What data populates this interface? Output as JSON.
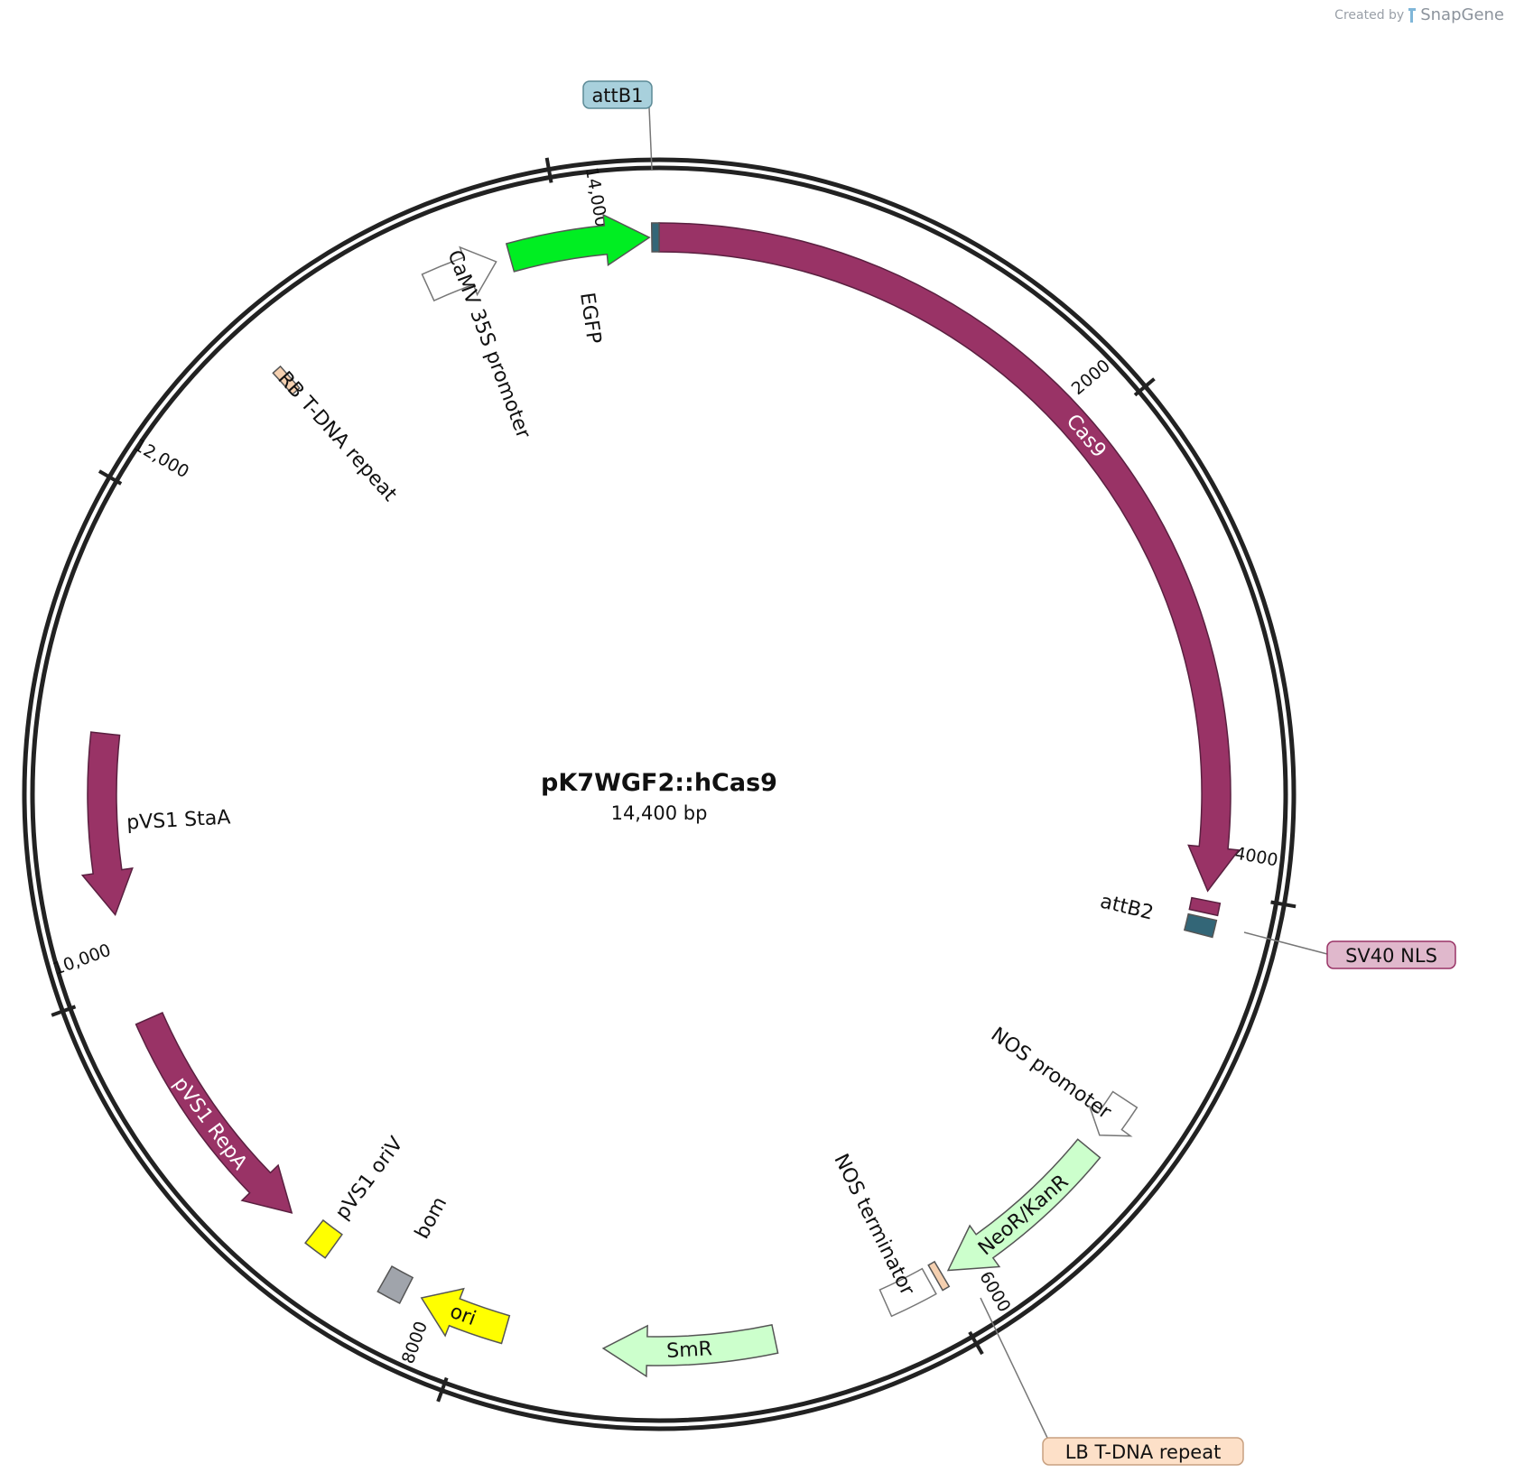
{
  "watermark": {
    "created_by": "Created by",
    "brand": "SnapGene"
  },
  "plasmid": {
    "name": "pK7WGF2::hCas9",
    "length_label": "14,400 bp",
    "length_bp": 14400
  },
  "ticks": [
    {
      "bp": 2000,
      "label": "2000"
    },
    {
      "bp": 4000,
      "label": "4000"
    },
    {
      "bp": 6000,
      "label": "6000"
    },
    {
      "bp": 8000,
      "label": "8000"
    },
    {
      "bp": 10000,
      "label": "10,000"
    },
    {
      "bp": 12000,
      "label": "12,000"
    },
    {
      "bp": 14000,
      "label": "14,000"
    }
  ],
  "features": [
    {
      "id": "cas9",
      "label": "Cas9",
      "start": 0,
      "end": 4000,
      "dir": 1,
      "color": "#993366",
      "label_inside": true
    },
    {
      "id": "egfp",
      "label": "EGFP",
      "start": 13780,
      "end": 14360,
      "dir": 1,
      "color": "#00ee22",
      "label_inside": false
    },
    {
      "id": "camv35s",
      "label": "CaMV 35S promoter",
      "start": 13420,
      "end": 13720,
      "dir": 1,
      "color": "#ffffff",
      "label_inside": false
    },
    {
      "id": "rbtdna",
      "label": "RB T-DNA repeat",
      "start": 12700,
      "end": 12740,
      "dir": 0,
      "color": "#f5d0b0",
      "label_inside": false
    },
    {
      "id": "pvs1staa",
      "label": "pVS1 StaA",
      "start": 11050,
      "end": 10300,
      "dir": -1,
      "color": "#993366",
      "label_inside": false
    },
    {
      "id": "pvs1repa",
      "label": "pVS1 RepA",
      "start": 9850,
      "end": 8850,
      "dir": -1,
      "color": "#993366",
      "label_inside": true
    },
    {
      "id": "pvs1oriv",
      "label": "pVS1 oriV",
      "start": 8730,
      "end": 8630,
      "dir": 0,
      "color": "#ffff00",
      "label_inside": false
    },
    {
      "id": "bom",
      "label": "bom",
      "start": 8380,
      "end": 8280,
      "dir": 0,
      "color": "#a0a4ab",
      "label_inside": false
    },
    {
      "id": "ori",
      "label": "ori",
      "start": 7840,
      "end": 8210,
      "dir": 1,
      "color": "#ffff00",
      "label_inside": true
    },
    {
      "id": "smr",
      "label": "SmR",
      "start": 6720,
      "end": 7430,
      "dir": 1,
      "color": "#ccffcc",
      "label_inside": true
    },
    {
      "id": "nosterm",
      "label": "NOS terminator",
      "start": 6040,
      "end": 6240,
      "dir": 0,
      "color": "#ffffff",
      "label_inside": false
    },
    {
      "id": "lbtdna",
      "label": "LB T-DNA repeat",
      "start": 5980,
      "end": 6010,
      "dir": 0,
      "color": "#f5d0b0",
      "label_inside": false
    },
    {
      "id": "neor",
      "label": "NeoR/KanR",
      "start": 5180,
      "end": 5950,
      "dir": 1,
      "color": "#ccffcc",
      "label_inside": true
    },
    {
      "id": "nosprom",
      "label": "NOS promoter",
      "start": 4930,
      "end": 5110,
      "dir": 1,
      "color": "#ffffff",
      "label_inside": false
    },
    {
      "id": "sv40nls",
      "label": "SV40 NLS",
      "start": 4040,
      "end": 4090,
      "dir": 0,
      "color": "#993366",
      "label_inside": false
    },
    {
      "id": "attb2",
      "label": "attB2",
      "start": 4110,
      "end": 4180,
      "dir": 0,
      "color": "#336677",
      "label_inside": false
    },
    {
      "id": "attb1",
      "label": "attB1",
      "start": 14370,
      "end": 14400,
      "dir": 0,
      "color": "#336677",
      "label_inside": false
    }
  ],
  "callouts": [
    {
      "id": "attb1-callout",
      "label": "attB1",
      "fill": "#a8d0dc",
      "stroke": "#5c8a96"
    },
    {
      "id": "sv40-callout",
      "label": "SV40 NLS",
      "fill": "#e0b8cc",
      "stroke": "#993366"
    },
    {
      "id": "lb-callout",
      "label": "LB T-DNA repeat",
      "fill": "#fde0c8",
      "stroke": "#c8a080"
    }
  ]
}
